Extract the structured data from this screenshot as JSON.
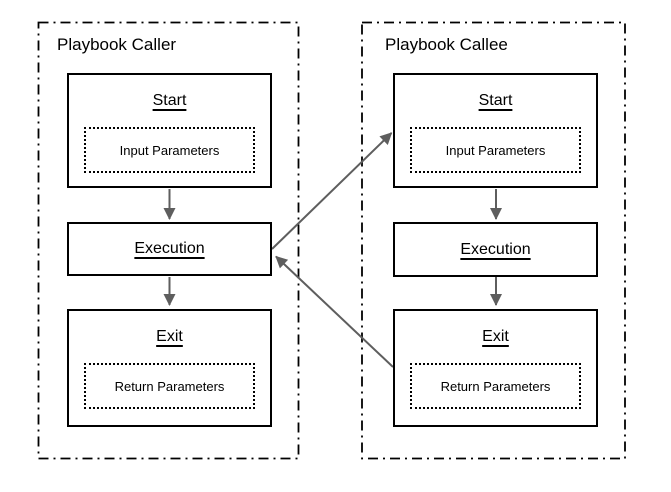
{
  "diagram": {
    "colors": {
      "background": "#ffffff",
      "box_border": "#000000",
      "container_border": "#000000",
      "arrow": "#5e5e5e",
      "text": "#000000"
    },
    "containers": [
      {
        "title": "Playbook Caller",
        "nodes": [
          {
            "label": "Start",
            "sublabel": "Input Parameters"
          },
          {
            "label": "Execution"
          },
          {
            "label": "Exit",
            "sublabel": "Return Parameters"
          }
        ]
      },
      {
        "title": "Playbook Callee",
        "nodes": [
          {
            "label": "Start",
            "sublabel": "Input Parameters"
          },
          {
            "label": "Execution"
          },
          {
            "label": "Exit",
            "sublabel": "Return Parameters"
          }
        ]
      }
    ],
    "connections": [
      {
        "from": "caller-start",
        "to": "caller-execution"
      },
      {
        "from": "caller-execution",
        "to": "caller-exit"
      },
      {
        "from": "caller-execution",
        "to": "callee-start"
      },
      {
        "from": "callee-start",
        "to": "callee-execution"
      },
      {
        "from": "callee-execution",
        "to": "callee-exit"
      },
      {
        "from": "callee-exit",
        "to": "caller-execution"
      }
    ]
  }
}
